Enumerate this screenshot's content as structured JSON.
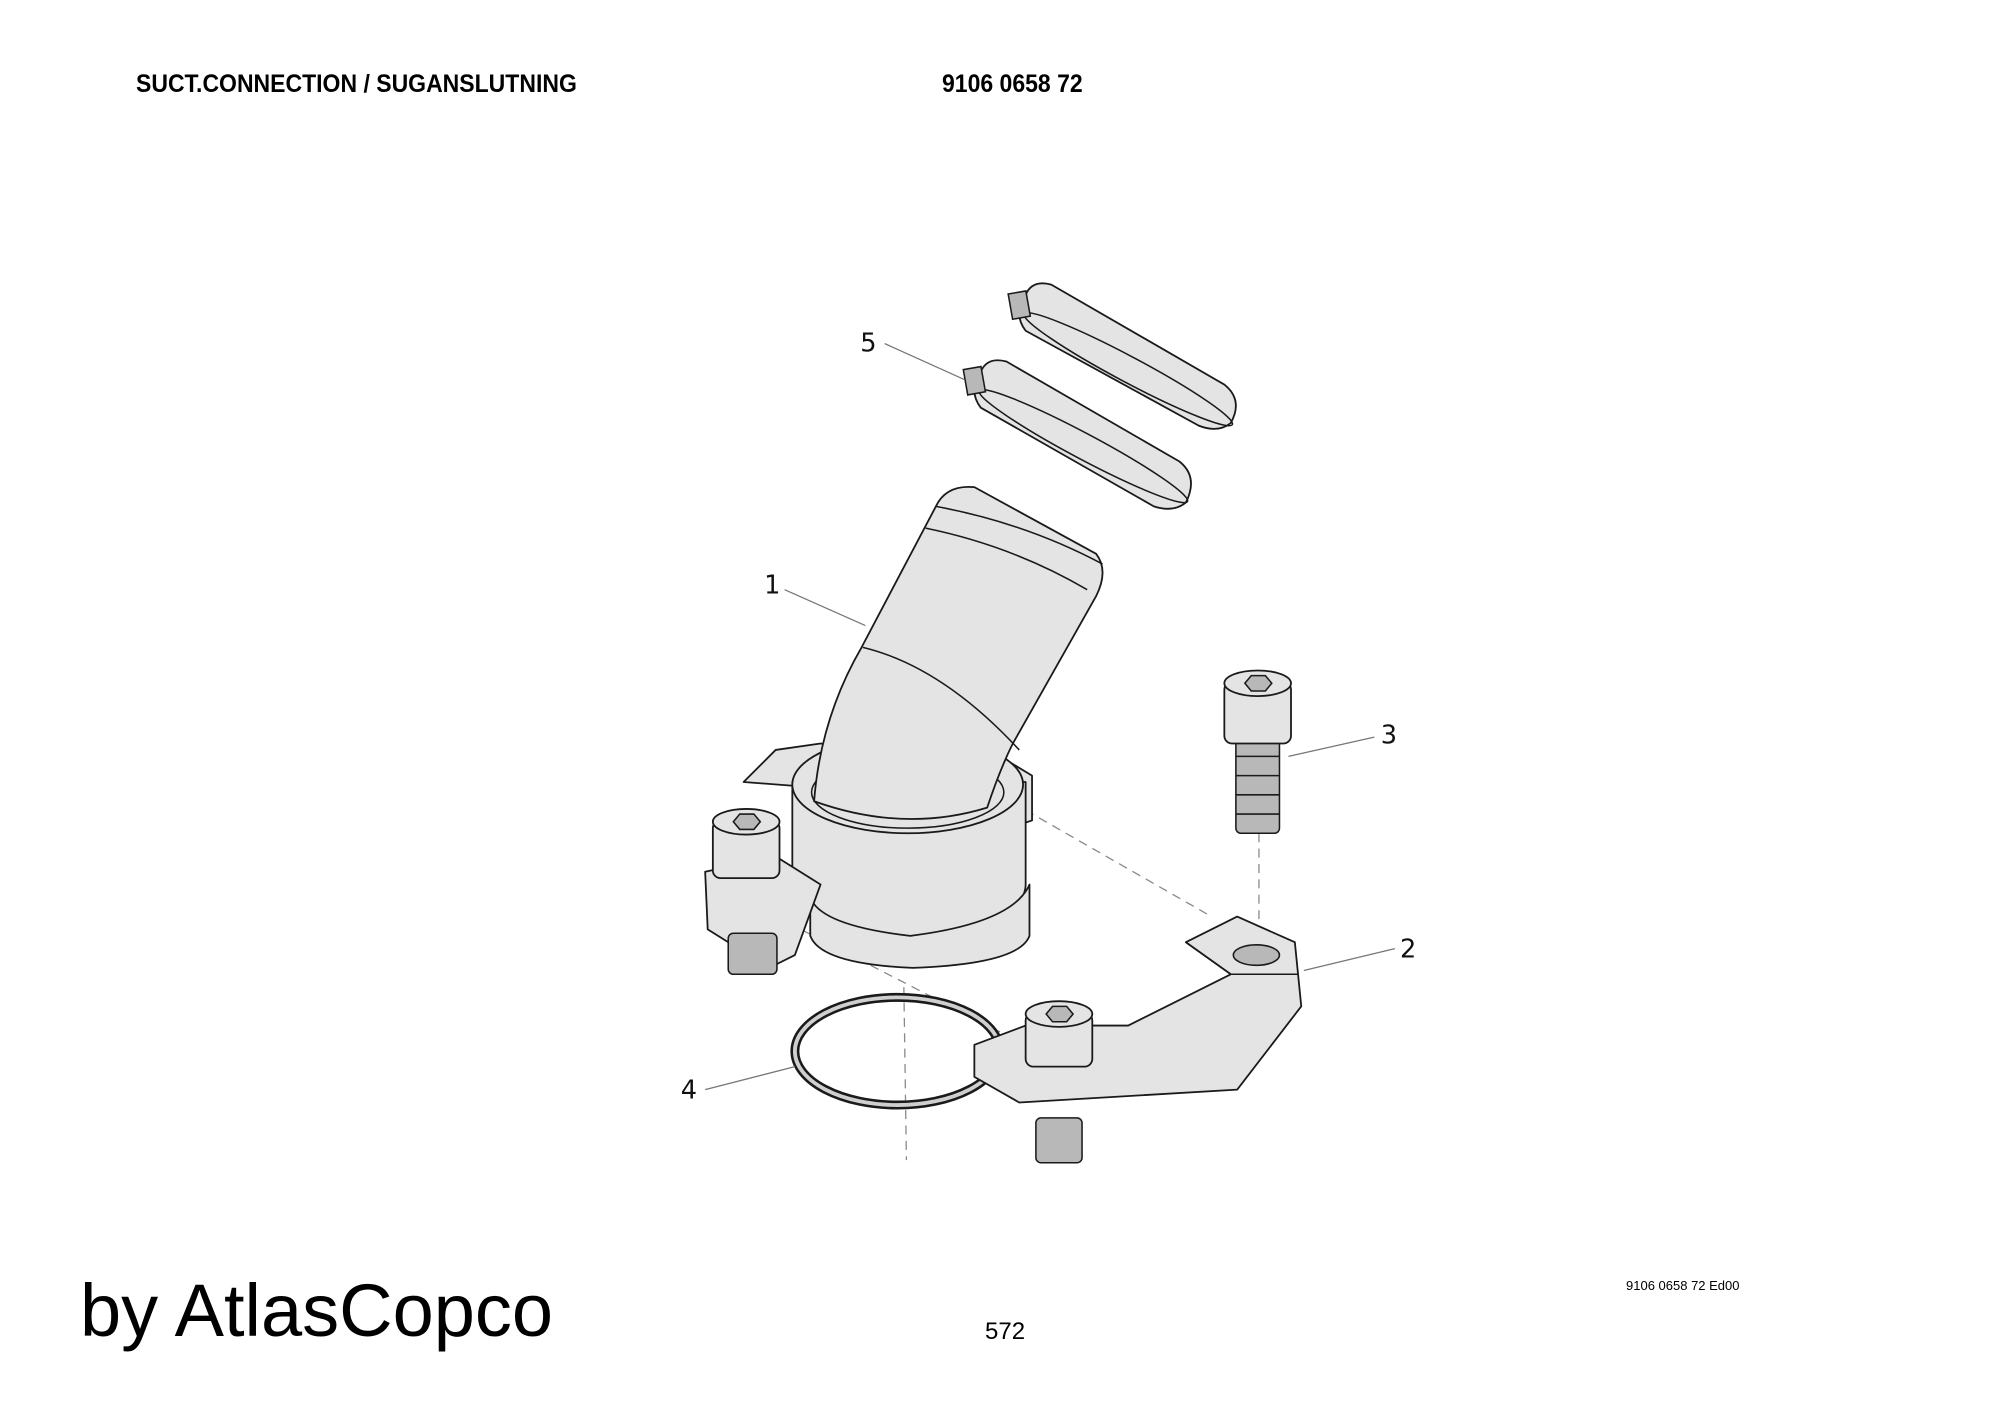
{
  "header": {
    "title": "SUCT.CONNECTION / SUGANSLUTNING",
    "part_number": "9106 0658 72"
  },
  "drawing": {
    "callouts": [
      "1",
      "2",
      "3",
      "4",
      "5"
    ]
  },
  "footer": {
    "brand": "by AtlasCopco",
    "page_number": "572",
    "edition": "9106 0658 72 Ed00"
  }
}
